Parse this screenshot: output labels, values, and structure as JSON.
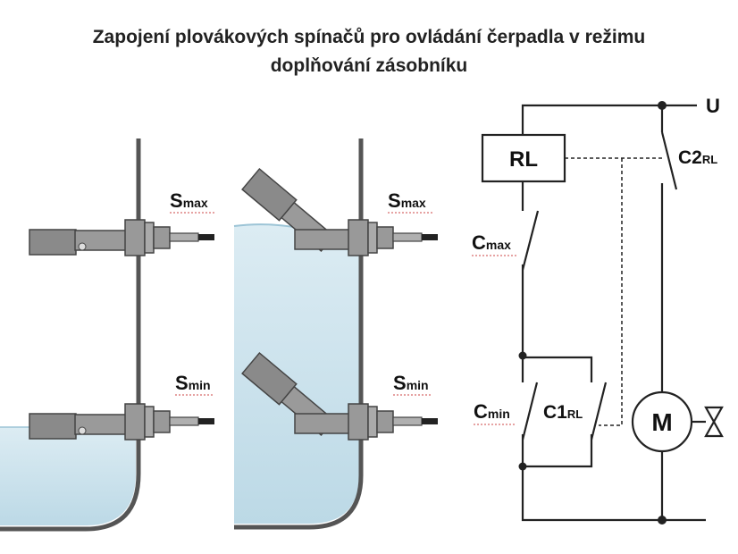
{
  "title": {
    "line1": "Zapojení plovákových spínačů pro ovládání čerpadla v režimu",
    "line2": "doplňování zásobníku"
  },
  "sensors": {
    "s_max": {
      "main": "S",
      "sub": "max"
    },
    "s_min": {
      "main": "S",
      "sub": "min"
    }
  },
  "circuit": {
    "supply": "U",
    "relay": "RL",
    "c_max": {
      "main": "C",
      "sub": "max"
    },
    "c_min": {
      "main": "C",
      "sub": "min"
    },
    "c1": {
      "main": "C1",
      "sub": "RL"
    },
    "c2": {
      "main": "C2",
      "sub": "RL"
    },
    "motor": "M"
  }
}
